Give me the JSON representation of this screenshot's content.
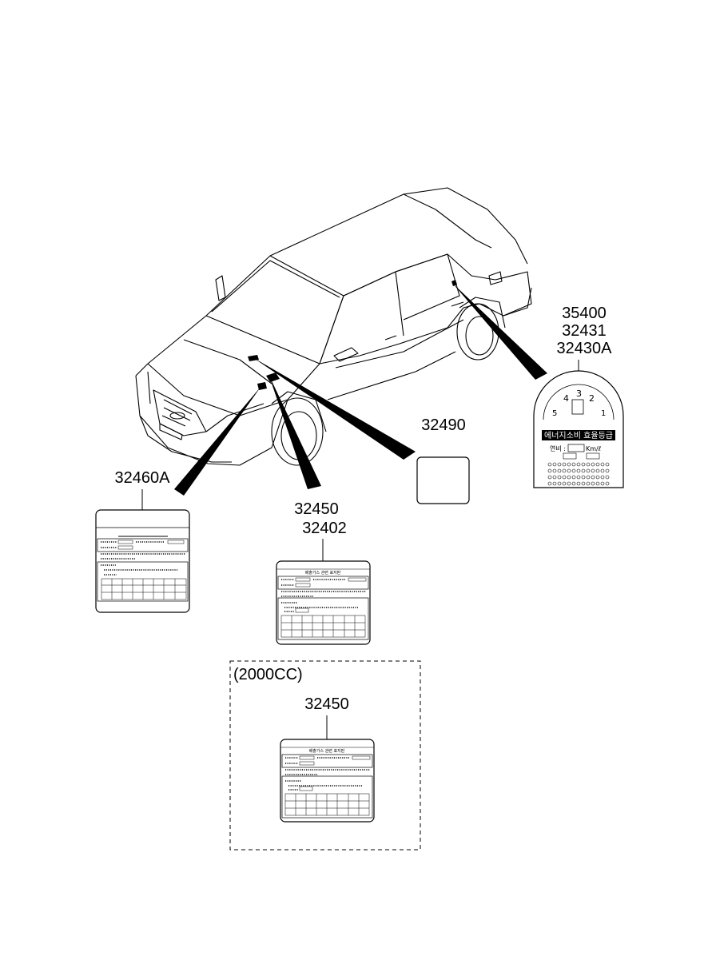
{
  "parts": {
    "energy_label_nums": [
      "35400",
      "32431",
      "32430A"
    ],
    "blank_label_num": "32490",
    "left_label_num": "32460A",
    "center_label_nums": [
      "32450",
      "32402"
    ],
    "variant_label_num": "32450"
  },
  "variant_box": {
    "caption": "(2000CC)"
  },
  "energy_label": {
    "grade_title": "에너지소비 효율등급",
    "grade_digits": [
      "5",
      "4",
      "3",
      "2",
      "1"
    ],
    "fuel_economy_prefix": "연비 :",
    "fuel_economy_unit": "Km/ℓ"
  },
  "emission_label": {
    "title": "배출가스 관련 표지판"
  },
  "colors": {
    "ink": "#000000",
    "paper": "#ffffff"
  }
}
